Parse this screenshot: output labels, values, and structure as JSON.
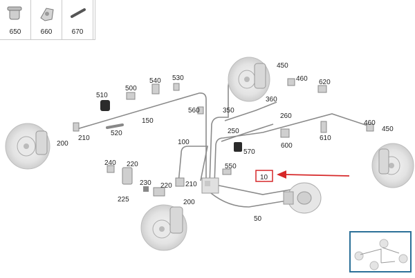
{
  "legend": [
    {
      "num": "650",
      "icon": "rubber-bushing-icon"
    },
    {
      "num": "660",
      "icon": "hex-nut-icon"
    },
    {
      "num": "670",
      "icon": "hose-pipe-icon"
    }
  ],
  "parts": {
    "p10": "10",
    "p50": "50",
    "p100": "100",
    "p150": "150",
    "p200a": "200",
    "p200b": "200",
    "p210a": "210",
    "p210b": "210",
    "p220a": "220",
    "p220b": "220",
    "p225": "225",
    "p230": "230",
    "p240": "240",
    "p250": "250",
    "p260": "260",
    "p350": "350",
    "p360": "360",
    "p450a": "450",
    "p450b": "450",
    "p460a": "460",
    "p460b": "460",
    "p500": "500",
    "p510": "510",
    "p520": "520",
    "p530": "530",
    "p540": "540",
    "p550": "550",
    "p560": "560",
    "p570": "570",
    "p600": "600",
    "p610": "610",
    "p620": "620"
  },
  "highlight": {
    "part": "10",
    "color": "#d62728"
  },
  "colors": {
    "accent": "#d62728",
    "thumb_border": "#2a6f97",
    "line": "#8a8a8a"
  }
}
